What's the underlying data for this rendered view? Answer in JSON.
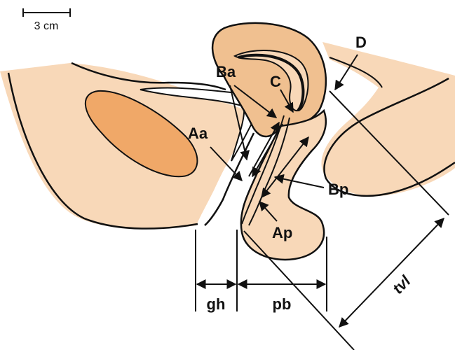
{
  "scale": {
    "label": "3 cm"
  },
  "points": {
    "Aa": "Aa",
    "Ba": "Ba",
    "C": "C",
    "D": "D",
    "Ap": "Ap",
    "Bp": "Bp"
  },
  "measurements": {
    "gh": "gh",
    "pb": "pb",
    "tvl": "tvl"
  },
  "colors": {
    "tissue_light": "#f8d8b8",
    "tissue_dark": "#f0a868",
    "outline": "#111111",
    "background": "#ffffff"
  }
}
